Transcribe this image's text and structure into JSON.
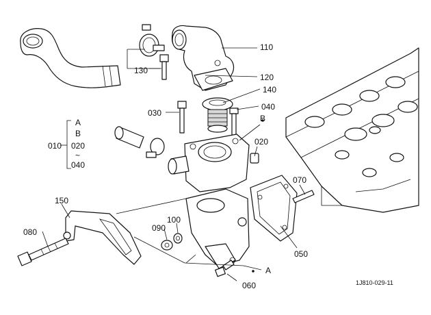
{
  "callouts": {
    "c110": "110",
    "c120": "120",
    "c130": "130",
    "c140": "140",
    "c030": "030",
    "c040": "040",
    "c020": "020",
    "cB": "B",
    "c010": "010",
    "group_a": "A",
    "group_b": "B",
    "group_020": "020",
    "group_tilde": "~",
    "group_040": "040",
    "c070": "070",
    "c150": "150",
    "c090": "090",
    "c100": "100",
    "c080": "080",
    "c050": "050",
    "cA": "A",
    "c060": "060"
  },
  "drawing_code": "1J810-029-11"
}
